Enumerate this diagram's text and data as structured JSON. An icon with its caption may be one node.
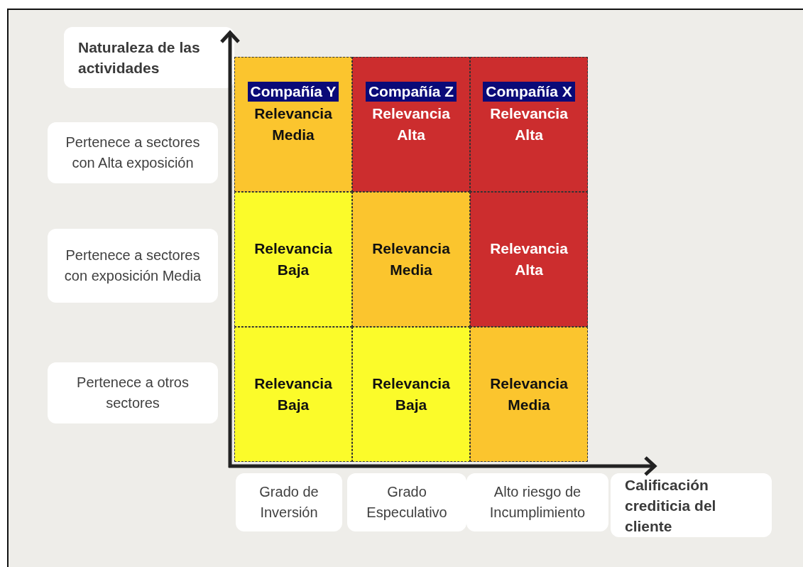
{
  "diagram": {
    "nodes": [
      {
        "text": [
          "Naturaleza de las actividades"
        ]
      },
      {
        "text": [
          "Compañía Y",
          "Relevancia Media"
        ]
      },
      {
        "text": [
          "Compañía Z",
          "Relevancia Alta"
        ]
      },
      {
        "text": [
          "Compañía X",
          "Relevancia Alta"
        ]
      },
      {
        "text": [
          "Pertenece a sectores con Alta exposición"
        ]
      },
      {
        "text": [
          "Pertenece a sectores con exposición Media"
        ]
      },
      {
        "text": [
          "Relevancia Baja"
        ]
      },
      {
        "text": [
          "Relevancia Media"
        ]
      },
      {
        "text": [
          "Relevancia Alta"
        ]
      },
      {
        "text": [
          "Pertenece a otros sectores"
        ]
      },
      {
        "text": [
          "Relevancia Baja"
        ]
      },
      {
        "text": [
          "Relevancia Baja"
        ]
      },
      {
        "text": [
          "Relevancia Media"
        ]
      },
      {
        "text": [
          "Grado de Inversión"
        ]
      },
      {
        "text": [
          "Grado Especulativo"
        ]
      },
      {
        "text": [
          "Alto riesgo de Incumplimiento"
        ]
      },
      {
        "text": [
          "Calificación crediticia del cliente"
        ]
      }
    ],
    "edges": [
      {
        "from": 10,
        "to": 0,
        "arrow": "to"
      },
      {
        "from": 10,
        "to": 16,
        "arrow": "to"
      }
    ]
  }
}
